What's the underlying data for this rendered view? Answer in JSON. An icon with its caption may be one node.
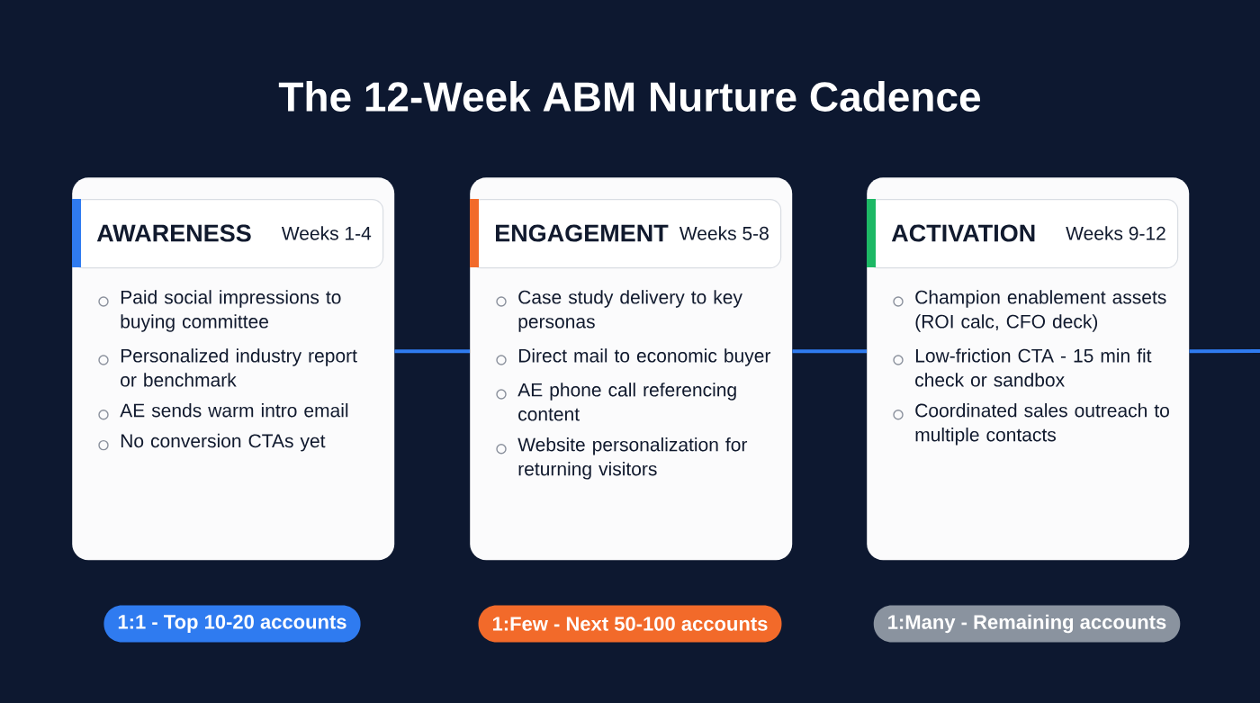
{
  "diagram": {
    "title": "The 12-Week ABM Nurture Cadence",
    "nodes": [
      {
        "text": [
          "Paid social impressions to buying committee",
          "Personalized industry report or benchmark",
          "AE sends warm intro email",
          "No conversion CTAs yet"
        ]
      },
      {
        "text": [
          "AWARENESS",
          "Weeks 1-4"
        ],
        "in": 0
      },
      {
        "text": [
          "Case study delivery to key personas",
          "Direct mail to economic buyer",
          "AE phone call referencing content",
          "Website personalization for returning visitors"
        ]
      },
      {
        "text": [
          "ENGAGEMENT",
          "Weeks 5-8"
        ],
        "in": 2
      },
      {
        "text": [
          "Champion enablement assets (ROI calc, CFO deck)",
          "Low-friction CTA - 15 min fit check or sandbox",
          "Coordinated sales outreach to multiple contacts"
        ]
      },
      {
        "text": [
          "ACTIVATION",
          "Weeks 9-12"
        ],
        "in": 4
      },
      {
        "text": [
          "1:1 - Top 10-20 accounts"
        ]
      },
      {
        "text": [
          "1:Few - Next 50-100 accounts"
        ]
      },
      {
        "text": [
          "1:Many - Remaining accounts"
        ]
      }
    ],
    "edges": [
      {
        "from": 0,
        "to": 2,
        "arrow": "none"
      },
      {
        "from": 2,
        "to": 4,
        "arrow": "none"
      },
      {
        "from": 4,
        "to": null,
        "arrow": "none"
      }
    ]
  }
}
